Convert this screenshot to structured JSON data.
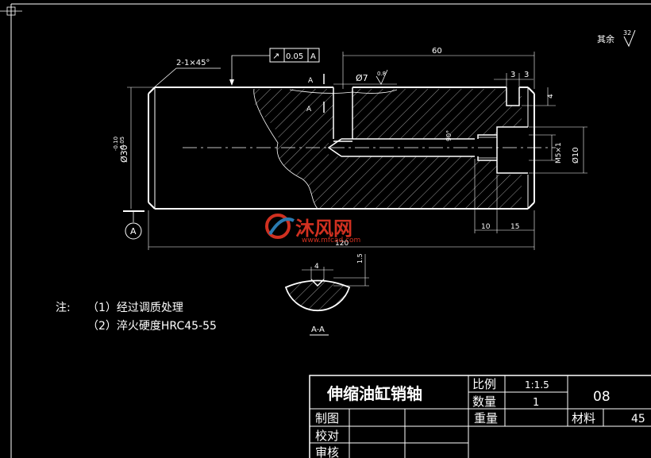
{
  "drawing": {
    "surface_finish_note": {
      "prefix": "其余",
      "value": "32"
    },
    "chamfer_label": "2-1×45°",
    "runout_tolerance": {
      "symbol": "↗",
      "value": "0.05",
      "datum": "A"
    },
    "dim_60": "60",
    "dim_3a": "3",
    "dim_3b": "3",
    "dim_4": "4",
    "hole_label": "Ø7",
    "hole_roughness": "0.8",
    "section_mark": "A",
    "section_mark_bottom": "A",
    "diameter_label": "Ø30",
    "diameter_tol_upper": "-0.10",
    "diameter_tol_lower": "-0.05",
    "dim_120": "120",
    "dim_10": "10",
    "dim_15": "15",
    "thread_label": "M5×1",
    "bore_label": "Ø10",
    "drill_angle": "90°",
    "datum_label": "A",
    "section_dim_4": "4",
    "section_dim_15": "1.5",
    "section_label": "A-A"
  },
  "notes": {
    "heading": "注:",
    "items": [
      "（1）经过调质处理",
      "（2）淬火硬度HRC45-55"
    ]
  },
  "watermark": {
    "brand": "沐风网",
    "url": "www.mfcad.com"
  },
  "title_block": {
    "part_name": "伸缩油缸销轴",
    "scale_label": "比例",
    "scale_value": "1:1.5",
    "qty_label": "数量",
    "qty_value": "1",
    "weight_label": "重量",
    "material_label": "材料",
    "material_value": "45",
    "drawing_no": "08",
    "drafter_label": "制图",
    "checker_label": "校对",
    "reviewer_label": "审核"
  },
  "colors": {
    "background": "#000000",
    "lines": "#ffffff",
    "watermark": "#d03020"
  }
}
